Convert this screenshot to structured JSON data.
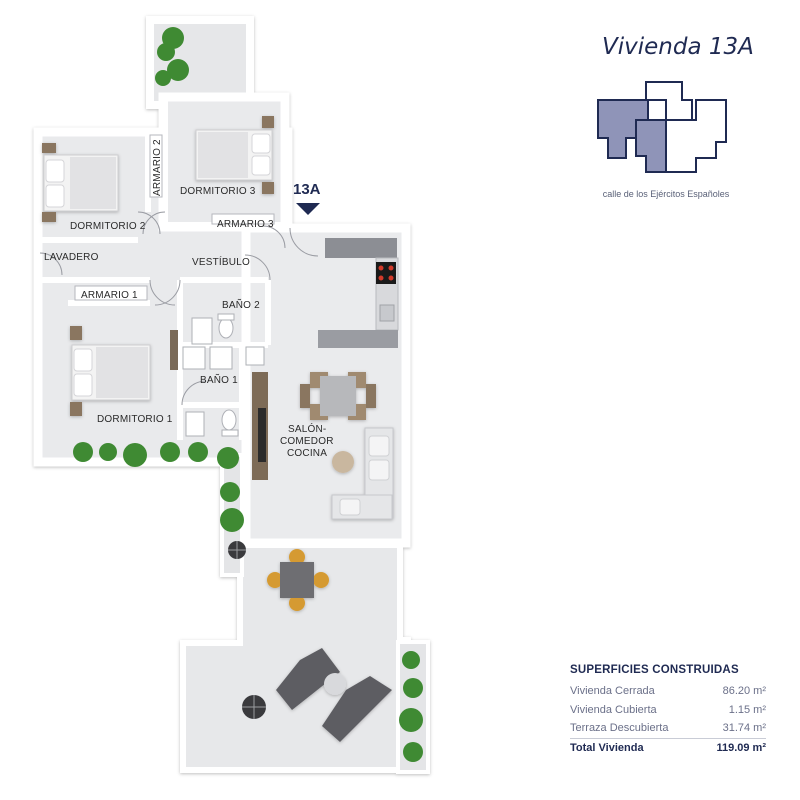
{
  "title": "Vivienda 13A",
  "unit_marker": "13A",
  "street": "calle de los Ejércitos Españoles",
  "rooms": {
    "dormitorio1": "DORMITORIO 1",
    "dormitorio2": "DORMITORIO 2",
    "dormitorio3": "DORMITORIO 3",
    "armario1": "ARMARIO 1",
    "armario2": "ARMARIO 2",
    "armario3": "ARMARIO 3",
    "lavadero": "LAVADERO",
    "vestibulo": "VESTÍBULO",
    "bano1": "BAÑO 1",
    "bano2": "BAÑO 2",
    "salon_l1": "SALÓN-",
    "salon_l2": "COMEDOR",
    "salon_l3": "COCINA"
  },
  "surfaces": {
    "heading": "SUPERFICIES CONSTRUIDAS",
    "rows": [
      {
        "label": "Vivienda Cerrada",
        "value": "86.20 m²"
      },
      {
        "label": "Vivienda Cubierta",
        "value": "1.15 m²"
      },
      {
        "label": "Terraza Descubierta",
        "value": "31.74 m²"
      }
    ],
    "total": {
      "label": "Total Vivienda",
      "value": "119.09 m²"
    }
  },
  "colors": {
    "navy": "#1f2a52",
    "keyplan_highlight": "#8f94b8",
    "wall": "#ffffff",
    "floor": "#e9eaec",
    "plant": "#3f8a33"
  }
}
